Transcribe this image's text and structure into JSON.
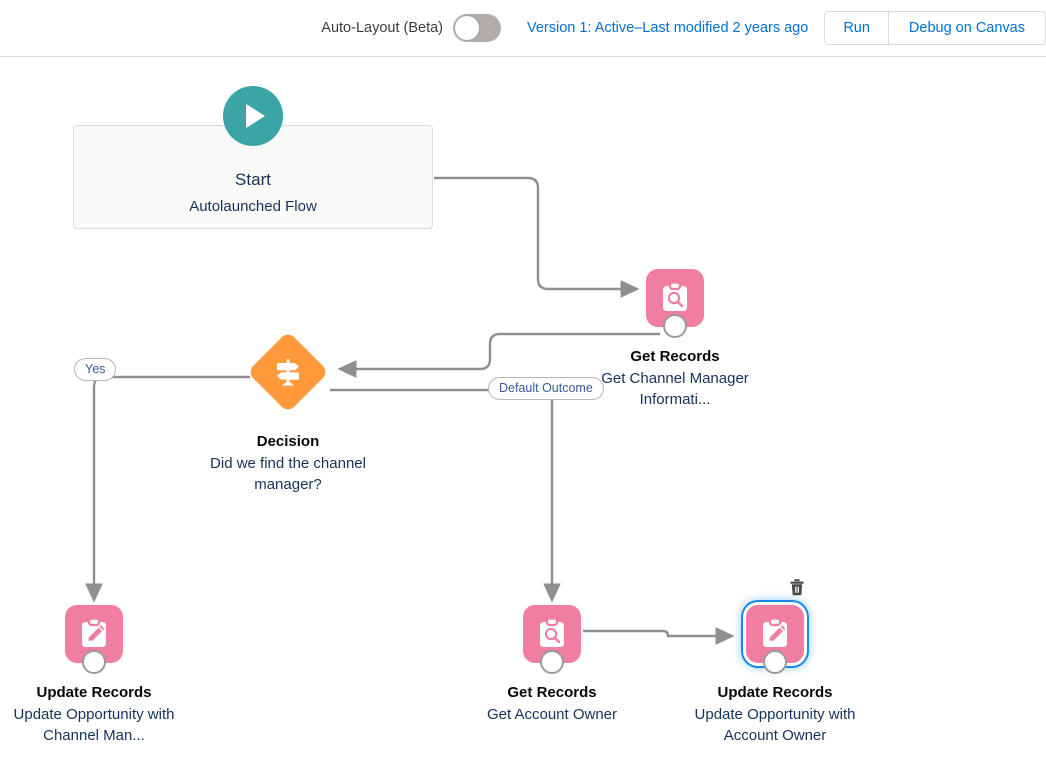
{
  "toolbar": {
    "autolayout_label": "Auto-Layout (Beta)",
    "autolayout_state": "off",
    "version_status": "Version 1: Active–Last modified 2 years ago",
    "run_label": "Run",
    "debug_label": "Debug on Canvas"
  },
  "canvas": {
    "start": {
      "title": "Start",
      "subtitle": "Autolaunched Flow",
      "icon": "play-icon",
      "icon_color": "#3ba5a5"
    },
    "nodes": [
      {
        "id": "get-channel-manager",
        "type": "Get Records",
        "title": "Get Records",
        "subtitle": "Get Channel Manager Informati...",
        "icon": "get-records-icon",
        "color": "#ef7ea0",
        "selected": false
      },
      {
        "id": "decision-channel-manager",
        "type": "Decision",
        "title": "Decision",
        "subtitle": "Did we find the channel manager?",
        "icon": "decision-signpost-icon",
        "color": "#ff9a3c",
        "selected": false
      },
      {
        "id": "update-opportunity-channel-manager",
        "type": "Update Records",
        "title": "Update Records",
        "subtitle": "Update Opportunity with Channel Man...",
        "icon": "update-records-icon",
        "color": "#ef7ea0",
        "selected": false
      },
      {
        "id": "get-account-owner",
        "type": "Get Records",
        "title": "Get Records",
        "subtitle": "Get Account Owner",
        "icon": "get-records-icon",
        "color": "#ef7ea0",
        "selected": false
      },
      {
        "id": "update-opportunity-account-owner",
        "type": "Update Records",
        "title": "Update Records",
        "subtitle": "Update Opportunity with Account Owner",
        "icon": "update-records-icon",
        "color": "#ef7ea0",
        "selected": true,
        "delete_icon": "trash-icon"
      }
    ],
    "connector_labels": [
      {
        "id": "yes-label",
        "text": "Yes"
      },
      {
        "id": "default-outcome-label",
        "text": "Default Outcome"
      }
    ],
    "connector_color": "#8f8f8f"
  }
}
